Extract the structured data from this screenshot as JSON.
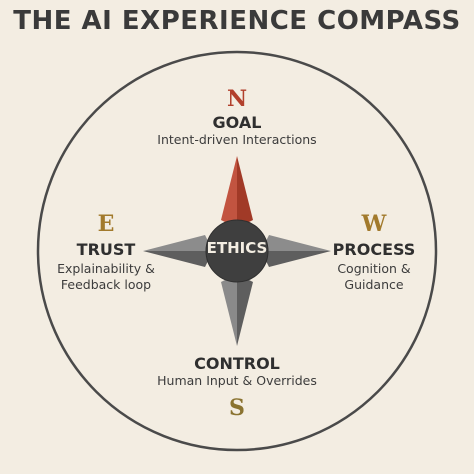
{
  "title": "THE AI EXPERIENCE COMPASS",
  "center": {
    "label": "ETHICS"
  },
  "directions": {
    "north": {
      "letter": "N",
      "title": "GOAL",
      "lines": [
        "Intent-driven Interactions"
      ]
    },
    "east_side": {
      "letter": "W",
      "title": "PROCESS",
      "lines": [
        "Cognition &",
        "Guidance"
      ]
    },
    "south": {
      "title": "CONTROL",
      "letter": "S",
      "lines": [
        "Human Input & Overrides"
      ]
    },
    "west_side": {
      "letter": "E",
      "title": "TRUST",
      "lines": [
        "Explainability &",
        "Feedback loop"
      ]
    }
  },
  "colors": {
    "background": "#f3ede2",
    "circle": "#4a4a4a",
    "north_letter": "#b2402c",
    "side_letters": "#a27a2c",
    "south_letter": "#8a7330",
    "needle_red": "#b84a34",
    "needle_gray": "#6f6f6f",
    "center_disc": "#3f3f3f"
  }
}
